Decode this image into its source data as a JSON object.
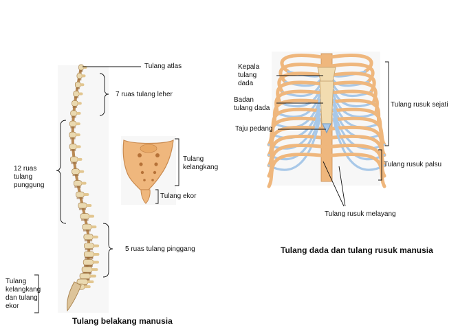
{
  "spine": {
    "caption": "Tulang belakang manusia",
    "labels": {
      "atlas": "Tulang atlas",
      "neck": "7 ruas tulang leher",
      "thoracic_l1": "12 ruas",
      "thoracic_l2": "tulang",
      "thoracic_l3": "punggung",
      "lumbar": "5 ruas tulang pinggang",
      "sacrum_l1": "Tulang",
      "sacrum_l2": "kelangkang",
      "sacrum_l3": "dan tulang",
      "sacrum_l4": "ekor"
    }
  },
  "sacrum": {
    "labels": {
      "sacrum_l1": "Tulang",
      "sacrum_l2": "kelangkang",
      "coccyx": "Tulang ekor"
    }
  },
  "ribcage": {
    "caption": "Tulang dada dan tulang rusuk manusia",
    "labels": {
      "manubrium_l1": "Kepala",
      "manubrium_l2": "tulang",
      "manubrium_l3": "dada",
      "body_l1": "Badan",
      "body_l2": "tulang dada",
      "xiphoid": "Taju pedang",
      "true_ribs": "Tulang rusuk sejati",
      "false_ribs": "Tulang rusuk palsu",
      "floating_ribs": "Tulang rusuk melayang"
    }
  },
  "colors": {
    "bone": "#efb77d",
    "bone_dark": "#c98a4f",
    "vertebra": "#ead9b0",
    "disc": "#9a6a3a",
    "cartilage": "#a8c8e8",
    "sternum": "#f2dcb0"
  }
}
